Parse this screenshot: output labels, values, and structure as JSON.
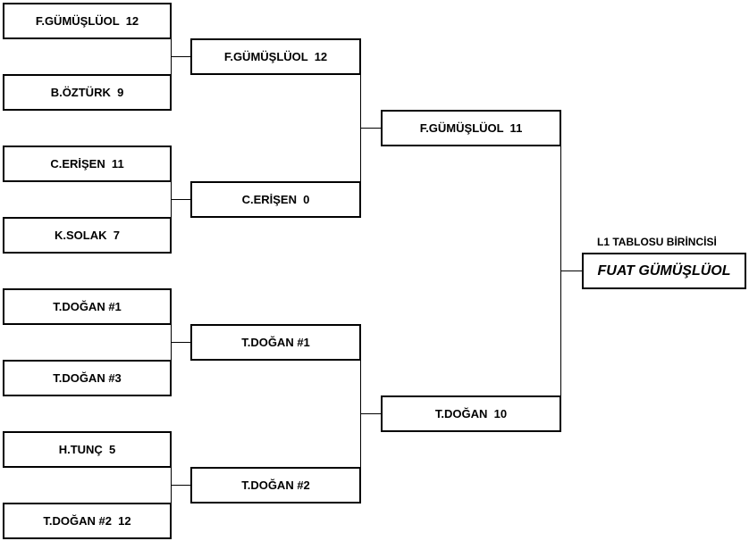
{
  "round1": [
    "F.GÜMÜŞLÜOL  12",
    "B.ÖZTÜRK  9",
    "C.ERİŞEN  11",
    "K.SOLAK  7",
    "T.DOĞAN #1",
    "T.DOĞAN #3",
    "H.TUNÇ  5",
    "T.DOĞAN #2  12"
  ],
  "round2": [
    "F.GÜMÜŞLÜOL  12",
    "C.ERİŞEN  0",
    "T.DOĞAN #1",
    "T.DOĞAN #2"
  ],
  "round3": [
    "F.GÜMÜŞLÜOL  11",
    "T.DOĞAN  10"
  ],
  "final": {
    "label": "L1 TABLOSU BİRİNCİSİ",
    "winner": "FUAT GÜMÜŞLÜOL"
  }
}
